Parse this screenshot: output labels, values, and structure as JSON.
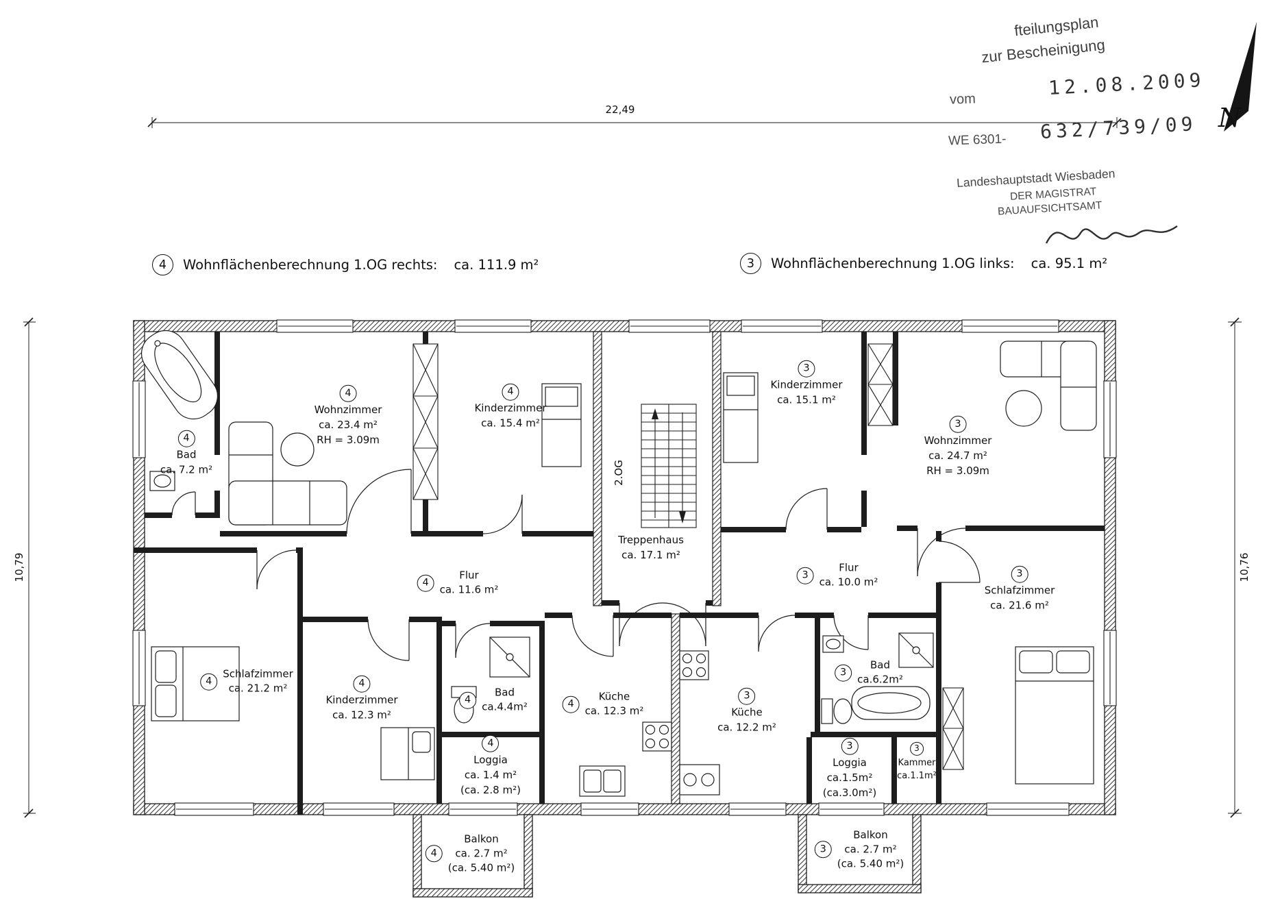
{
  "stamp": {
    "line1": "fteilungsplan",
    "line2": "zur Bescheinigung",
    "vom_label": "vom",
    "date": "12.08.2009",
    "we_label": "WE 6301-",
    "file_number": "632/739/09",
    "city": "Landeshauptstadt Wiesbaden",
    "magistrat": "DER MAGISTRAT",
    "office": "BAUAUFSICHTSAMT"
  },
  "north": {
    "label": "N"
  },
  "dimensions": {
    "width_top": "22,49",
    "height_left": "10,79",
    "height_right": "10,76"
  },
  "headers": [
    {
      "number": "4",
      "label": "Wohnflächenberechnung 1.OG rechts:",
      "value": "ca. 111.9 m²"
    },
    {
      "number": "3",
      "label": "Wohnflächenberechnung 1.OG links:",
      "value": "ca. 95.1 m²"
    }
  ],
  "stairwell": {
    "name": "Treppenhaus",
    "area": "ca. 17.1 m²",
    "floor_label": "2.OG"
  },
  "rooms": [
    {
      "unit": "4",
      "name": "Bad",
      "area": "ca. 7.2 m²"
    },
    {
      "unit": "4",
      "name": "Wohnzimmer",
      "area": "ca. 23.4 m²",
      "extra": "RH = 3.09m"
    },
    {
      "unit": "4",
      "name": "Kinderzimmer",
      "area": "ca. 15.4 m²"
    },
    {
      "unit": "4",
      "name": "Flur",
      "area": "ca. 11.6 m²"
    },
    {
      "unit": "4",
      "name": "Schlafzimmer",
      "area": "ca. 21.2 m²"
    },
    {
      "unit": "4",
      "name": "Kinderzimmer",
      "area": "ca. 12.3 m²"
    },
    {
      "unit": "4",
      "name": "Bad",
      "area": "ca.4.4m²"
    },
    {
      "unit": "4",
      "name": "Küche",
      "area": "ca. 12.3 m²"
    },
    {
      "unit": "4",
      "name": "Loggia",
      "area": "ca. 1.4 m²",
      "extra": "(ca. 2.8 m²)"
    },
    {
      "unit": "4",
      "name": "Balkon",
      "area": "ca. 2.7 m²",
      "extra": "(ca. 5.40 m²)"
    },
    {
      "unit": "3",
      "name": "Kinderzimmer",
      "area": "ca. 15.1 m²"
    },
    {
      "unit": "3",
      "name": "Wohnzimmer",
      "area": "ca. 24.7 m²",
      "extra": "RH = 3.09m"
    },
    {
      "unit": "3",
      "name": "Flur",
      "area": "ca. 10.0 m²"
    },
    {
      "unit": "3",
      "name": "Schlafzimmer",
      "area": "ca. 21.6 m²"
    },
    {
      "unit": "3",
      "name": "Bad",
      "area": "ca.6.2m²"
    },
    {
      "unit": "3",
      "name": "Küche",
      "area": "ca. 12.2 m²"
    },
    {
      "unit": "3",
      "name": "Loggia",
      "area": "ca.1.5m²",
      "extra": "(ca.3.0m²)"
    },
    {
      "unit": "3",
      "name": "Kammer",
      "area": "ca.1.1m²"
    },
    {
      "unit": "3",
      "name": "Balkon",
      "area": "ca. 2.7 m²",
      "extra": "(ca. 5.40 m²)"
    }
  ],
  "colors": {
    "ink": "#1d1d1d",
    "stamp_gray": "#474747",
    "paper": "#ffffff"
  }
}
